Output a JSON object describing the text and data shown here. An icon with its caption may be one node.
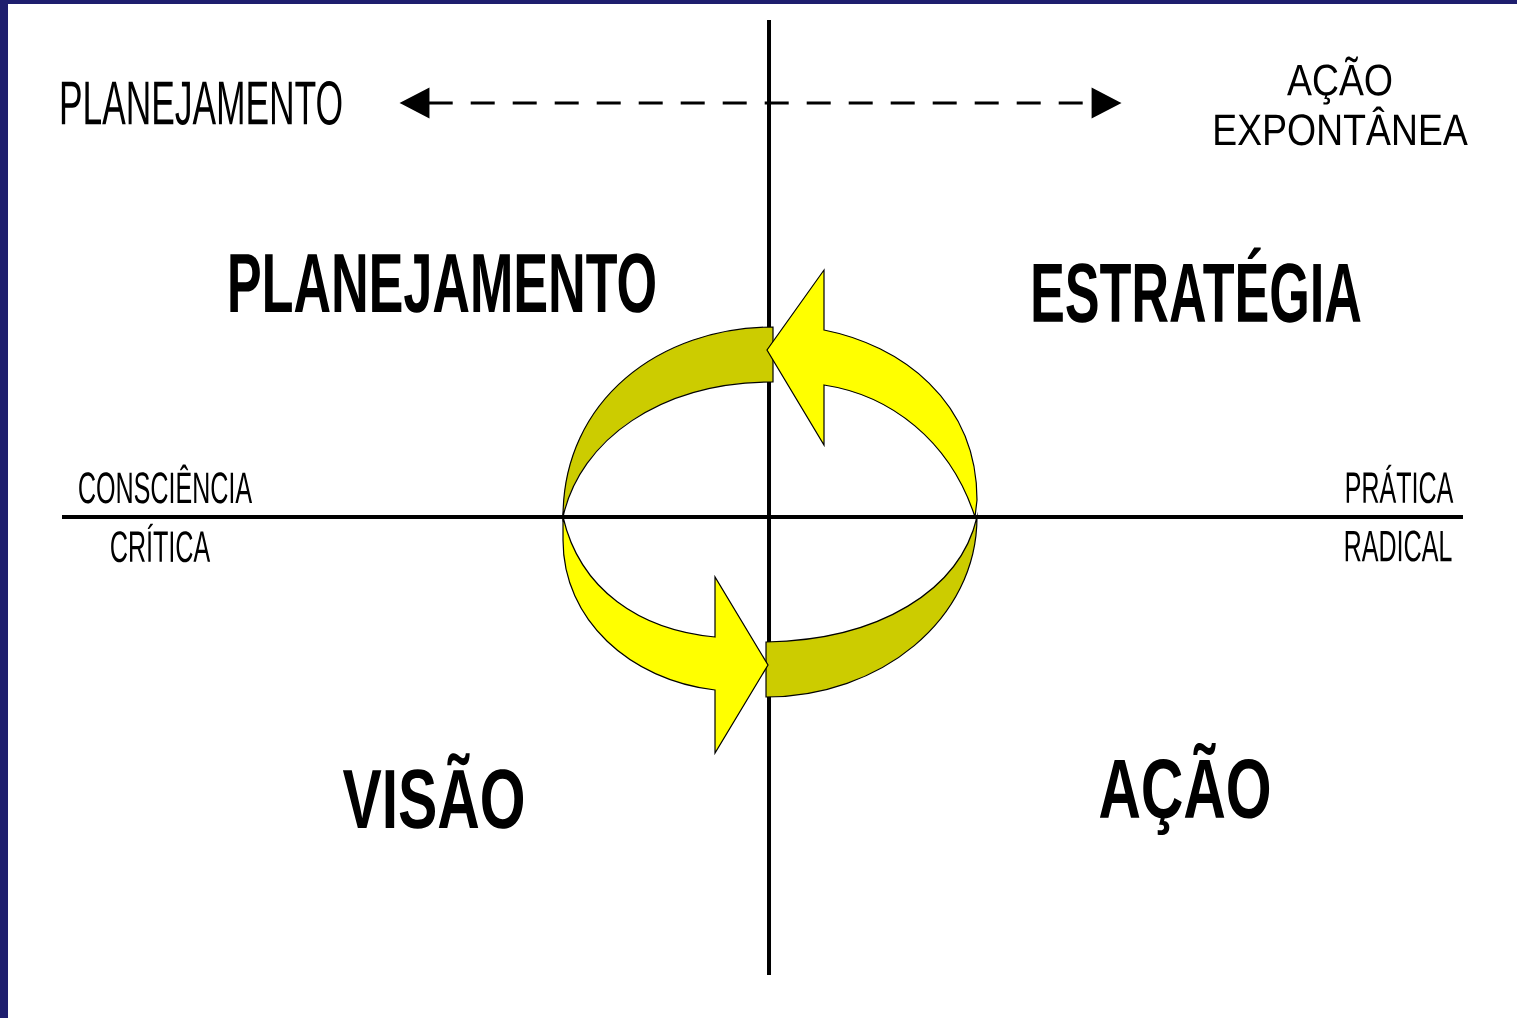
{
  "diagram": {
    "nodes": [
      {
        "text": [
          "PLANEJAMENTO"
        ]
      },
      {
        "text": [
          "AÇÃO EXPONTÂNEA"
        ]
      }
    ],
    "edges": [
      {
        "from": 0,
        "to": 1,
        "arrow": "both",
        "style": "dashed"
      }
    ],
    "labels": [
      "PLANEJAMENTO",
      "ESTRATÉGIA",
      "CONSCIÊNCIA",
      "PRÁTICA",
      "CRÍTICA",
      "RADICAL",
      "VISÃO",
      "AÇÃO"
    ]
  }
}
